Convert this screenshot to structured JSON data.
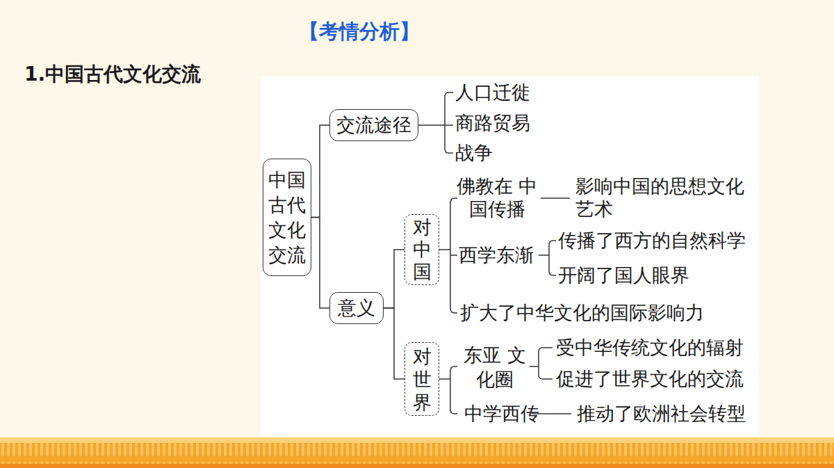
{
  "diagram": {
    "title": "【考情分析】",
    "nodes": [
      {
        "text": [
          "中国 古代 文化 交流"
        ]
      },
      {
        "text": [
          "交流途径"
        ]
      },
      {
        "text": [
          "意义"
        ]
      },
      {
        "text": [
          "对 中 国"
        ]
      },
      {
        "text": [
          "对 世 界"
        ]
      }
    ],
    "edges": [
      {
        "from": 0,
        "to": 1,
        "arrow": "none"
      },
      {
        "from": 0,
        "to": 2,
        "arrow": "none"
      },
      {
        "from": 2,
        "to": 3,
        "arrow": "none"
      },
      {
        "from": 2,
        "to": 4,
        "arrow": "none"
      }
    ],
    "labels": [
      "1.中国古代文化交流",
      "人口迁徙",
      "商路贸易",
      "战争",
      "佛教在 中国传播",
      "影响中国的思想文化 艺术",
      "西学东渐",
      "传播了西方的自然科学",
      "开阔了国人眼界",
      "扩大了中华文化的国际影响力",
      "东亚 文化圈",
      "受中华传统文化的辐射",
      "促进了世界文化的交流",
      "中学西传",
      "推动了欧洲社会转型"
    ]
  }
}
